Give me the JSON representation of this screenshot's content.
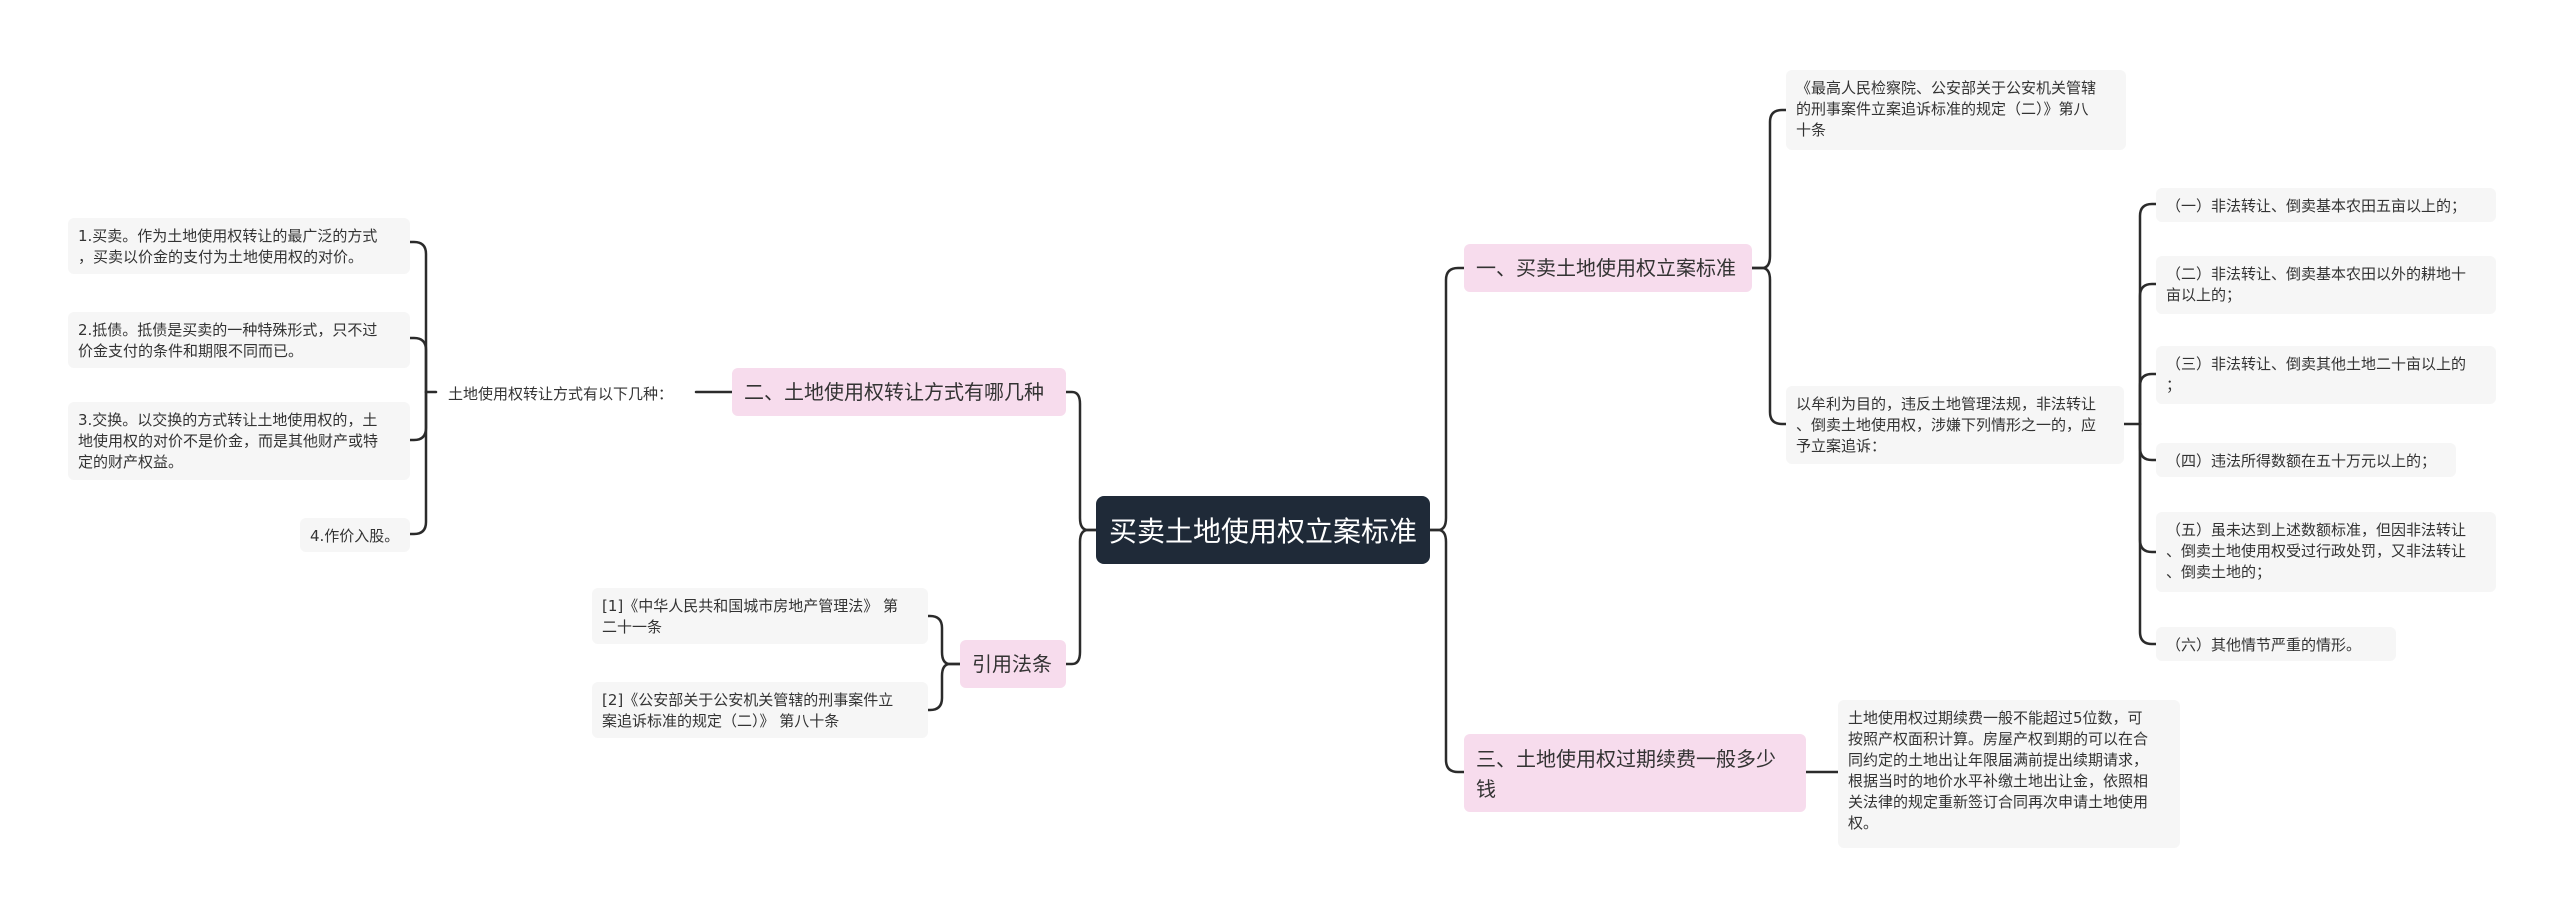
{
  "root": {
    "title": "买卖土地使用权立案标准"
  },
  "branches": {
    "b1": {
      "label": "一、买卖土地使用权立案标准"
    },
    "b2": {
      "label": "二、土地使用权转让方式有哪几种"
    },
    "b3": {
      "label": "三、土地使用权过期续费一般多少\n钱"
    },
    "b4": {
      "label": "引用法条"
    }
  },
  "b1_children": {
    "source": "《最高人民检察院、公安部关于公安机关管辖\n的刑事案件立案追诉标准的规定（二）》第八\n十条",
    "rule": "以牟利为目的，违反土地管理法规，非法转让\n、倒卖土地使用权，涉嫌下列情形之一的，应\n予立案追诉："
  },
  "rule_items": [
    "（一）非法转让、倒卖基本农田五亩以上的；",
    "（二）非法转让、倒卖基本农田以外的耕地十\n亩以上的；",
    "（三）非法转让、倒卖其他土地二十亩以上的\n；",
    "（四）违法所得数额在五十万元以上的；",
    "（五）虽未达到上述数额标准，但因非法转让\n、倒卖土地使用权受过行政处罚，又非法转让\n、倒卖土地的；",
    "（六）其他情节严重的情形。"
  ],
  "b2_children": {
    "intro": "土地使用权转让方式有以下几种：",
    "items": [
      "1.买卖。作为土地使用权转让的最广泛的方式\n，买卖以价金的支付为土地使用权的对价。",
      "2.抵债。抵债是买卖的一种特殊形式，只不过\n价金支付的条件和期限不同而已。",
      "3.交换。以交换的方式转让土地使用权的，土\n地使用权的对价不是价金，而是其他财产或特\n定的财产权益。",
      "4.作价入股。"
    ]
  },
  "b3_children": {
    "answer": "土地使用权过期续费一般不能超过5位数，可\n按照产权面积计算。房屋产权到期的可以在合\n同约定的土地出让年限届满前提出续期请求，\n根据当时的地价水平补缴土地出让金，依照相\n关法律的规定重新签订合同再次申请土地使用\n权。"
  },
  "b4_children": [
    "[1]《中华人民共和国城市房地产管理法》 第\n二十一条",
    "[2]《公安部关于公安机关管辖的刑事案件立\n案追诉标准的规定（二）》 第八十条"
  ],
  "colors": {
    "root_bg": "#1f2a38",
    "branch_bg": "#f7dced",
    "leaf_bg": "#f6f6f6",
    "line": "#2b2b2b"
  }
}
